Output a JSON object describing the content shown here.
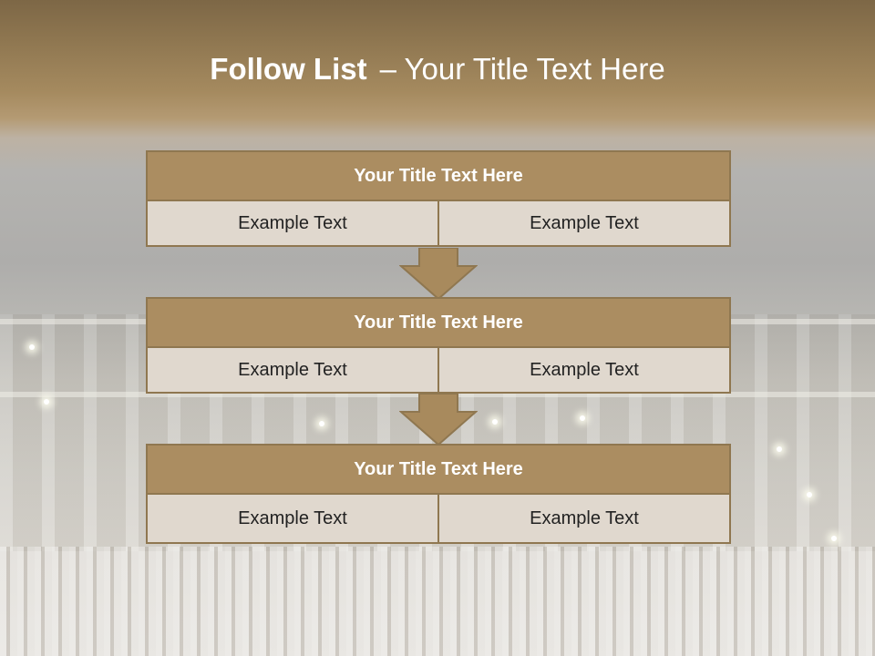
{
  "slide": {
    "title_bold": "Follow List",
    "title_rest": "– Your Title Text Here"
  },
  "blocks": [
    {
      "title": "Your Title Text Here",
      "left": "Example Text",
      "right": "Example Text"
    },
    {
      "title": "Your Title Text Here",
      "left": "Example Text",
      "right": "Example Text"
    },
    {
      "title": "Your Title Text Here",
      "left": "Example Text",
      "right": "Example Text"
    }
  ],
  "colors": {
    "header_fill": "#ab8d61",
    "border": "#8f7750",
    "cell_fill": "#e0d8ce",
    "arrow_fill": "#a88a5d"
  },
  "icons": [
    "down-arrow-icon",
    "down-arrow-icon"
  ]
}
